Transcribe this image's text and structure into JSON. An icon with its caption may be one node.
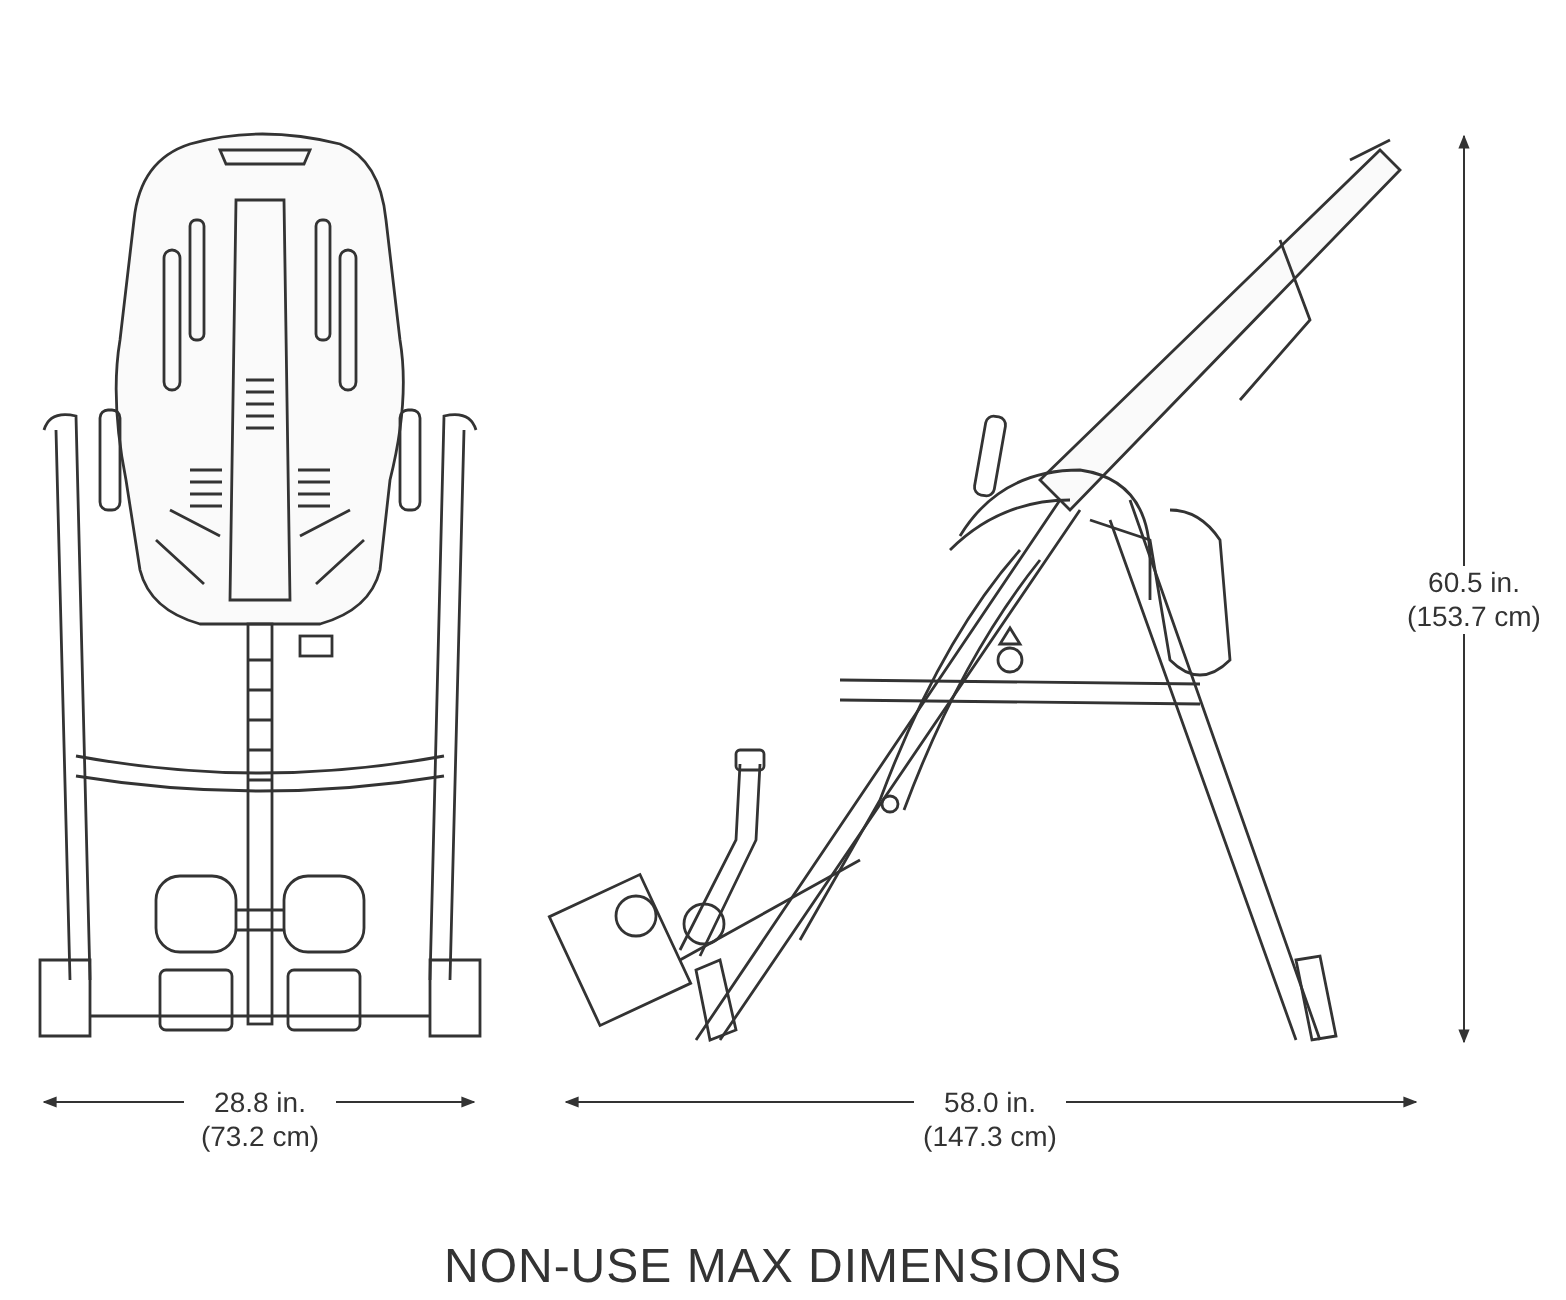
{
  "diagram": {
    "title": "NON-USE MAX DIMENSIONS",
    "labels": [
      "28.8 in. (73.2 cm)",
      "58.0 in. (147.3 cm)",
      "60.5 in. (153.7 cm)"
    ]
  }
}
